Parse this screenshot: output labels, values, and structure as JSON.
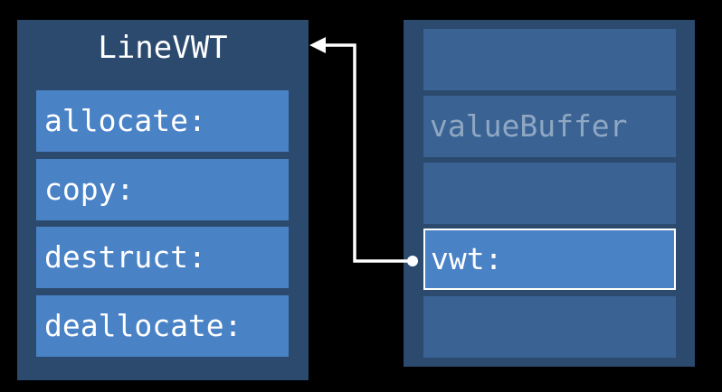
{
  "vwt_table": {
    "title": "LineVWT",
    "rows": [
      "allocate:",
      "copy:",
      "destruct:",
      "deallocate:"
    ]
  },
  "existential_container": {
    "slots": [
      "",
      "valueBuffer",
      "",
      "vwt:",
      ""
    ],
    "highlighted_slot": "vwt:"
  },
  "colors": {
    "background": "#000000",
    "panel": "#2b4a6e",
    "row_fill": "#4a82c6",
    "slot_fill": "#3a6394",
    "muted_text": "#8fa7c2",
    "text": "#ffffff",
    "arrow": "#ffffff"
  },
  "connector": {
    "from": "vwt:",
    "to": "LineVWT"
  }
}
